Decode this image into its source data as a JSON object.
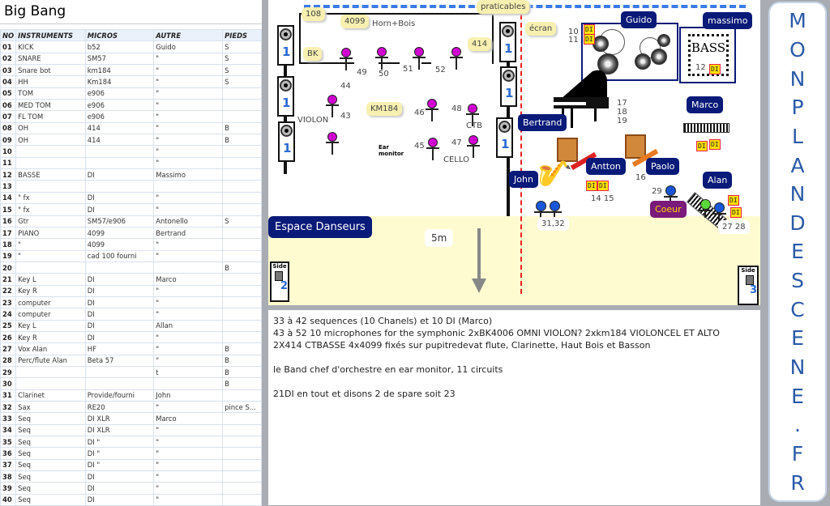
{
  "title": "Big Bang",
  "table": {
    "headers": [
      "NO",
      "INSTRUMENTS",
      "MICROS",
      "AUTRE",
      "PIEDS"
    ],
    "rows": [
      [
        "01",
        "KICK",
        "b52",
        "Guido",
        "S"
      ],
      [
        "02",
        "SNARE",
        "SM57",
        "\"",
        "S"
      ],
      [
        "03",
        "Snare bot",
        "km184",
        "\"",
        "S"
      ],
      [
        "04",
        "HH",
        "Km184",
        "\"",
        "S"
      ],
      [
        "05",
        "TOM",
        "e906",
        "\"",
        ""
      ],
      [
        "06",
        "MED TOM",
        "e906",
        "\"",
        ""
      ],
      [
        "07",
        "FL TOM",
        "e906",
        "\"",
        ""
      ],
      [
        "08",
        "OH",
        "414",
        "\"",
        "B"
      ],
      [
        "09",
        "OH",
        "414",
        "\"",
        "B"
      ],
      [
        "10",
        "",
        "",
        "\"",
        ""
      ],
      [
        "11",
        "",
        "",
        "\"",
        ""
      ],
      [
        "12",
        "BASSE",
        "DI",
        "Massimo",
        ""
      ],
      [
        "13",
        "",
        "",
        "",
        ""
      ],
      [
        "14",
        "\" fx",
        "DI",
        "\"",
        ""
      ],
      [
        "15",
        "\" fx",
        "DI",
        "\"",
        ""
      ],
      [
        "16",
        "Gtr",
        "SM57/e906",
        "Antonello",
        "S"
      ],
      [
        "17",
        "PIANO",
        "4099",
        "Bertrand",
        ""
      ],
      [
        "18",
        "\"",
        "4099",
        "\"",
        ""
      ],
      [
        "19",
        "\"",
        "cad 100 fourni",
        "\"",
        ""
      ],
      [
        "20",
        "",
        "",
        "",
        "B"
      ],
      [
        "21",
        "Key L",
        "DI",
        "Marco",
        ""
      ],
      [
        "22",
        "Key R",
        "DI",
        "\"",
        ""
      ],
      [
        "23",
        "computer",
        "DI",
        "\"",
        ""
      ],
      [
        "24",
        "computer",
        "DI",
        "\"",
        ""
      ],
      [
        "25",
        "Key L",
        "DI",
        "Allan",
        ""
      ],
      [
        "26",
        "Key R",
        "DI",
        "\"",
        ""
      ],
      [
        "27",
        "Vox Alan",
        "HF",
        "\"",
        "B"
      ],
      [
        "28",
        "Perc/flute Alan",
        "Beta 57",
        "\"",
        "B"
      ],
      [
        "29",
        "",
        "",
        "t",
        "B"
      ],
      [
        "30",
        "",
        "",
        "",
        "B"
      ],
      [
        "31",
        "Clarinet",
        "Provide/fourni",
        "John",
        ""
      ],
      [
        "32",
        "Sax",
        "RE20",
        "\"",
        "pince S..."
      ],
      [
        "33",
        "Seq",
        "DI XLR",
        "Marco",
        ""
      ],
      [
        "34",
        "Seq",
        "DI XLR",
        "\"",
        ""
      ],
      [
        "35",
        "Seq",
        "DI \"",
        "\"",
        ""
      ],
      [
        "36",
        "Seq",
        "DI \"",
        "\"",
        ""
      ],
      [
        "37",
        "Seq",
        "DI \"",
        "\"",
        ""
      ],
      [
        "38",
        "Seq",
        "DI",
        "\"",
        ""
      ],
      [
        "39",
        "Seq",
        "DI",
        "\"",
        ""
      ],
      [
        "40",
        "Seq",
        "DI",
        "\"",
        ""
      ]
    ]
  },
  "stage": {
    "speaker_number_1": "1",
    "side2": {
      "label": "Side",
      "number": "2"
    },
    "side3": {
      "label": "Side",
      "number": "3"
    },
    "callouts": {
      "c108": "108",
      "c4099": "4099",
      "bk": "BK",
      "c414": "414",
      "km184": "KM184",
      "praticables": "praticables",
      "ecran": "écran"
    },
    "labels": {
      "horn_bois": "Horn+Bois",
      "violon": "VIOLON",
      "ctb": "CTB",
      "cello": "CELLO",
      "ear_monitor": "Ear monitor",
      "n49": "49",
      "n50": "50",
      "n51": "51",
      "n52": "52",
      "n44": "44",
      "n43": "43",
      "n46": "46",
      "n48": "48",
      "n45": "45",
      "n47": "47",
      "n10": "10",
      "n11": "11",
      "n12": "12",
      "n171819": "17\n18\n19",
      "n16": "16",
      "n1415": "14 15",
      "n29": "29",
      "n3132": "31,32",
      "n2728": "27 28",
      "bass_logo": "BASS",
      "di": "DI",
      "five_m": "5m"
    },
    "musicians": {
      "guido": "Guido",
      "massimo": "massimo",
      "marco": "Marco",
      "bertrand": "Bertrand",
      "john": "John",
      "antton": "Antton",
      "paolo": "Paolo",
      "alan": "Alan",
      "coeur": "Coeur"
    },
    "espace_danseurs": "Espace Danseurs"
  },
  "notes": [
    "33 à 42 sequences (10 Chanels) et 10 DI  (Marco)",
    "43 à 52 10 microphones for the symphonic 2xBK4006 OMNI VIOLON? 2xkm184 VIOLONCEL ET ALTO",
    "2X414 CTBASSE 4x4099 fixés sur pupitredevat flute, Clarinette, Haut Bois et Basson",
    "",
    "le Band chef d'orchestre en ear monitor, 11 circuits",
    "",
    "21DI en tout et disons 2 de spare soit 23"
  ],
  "brand": [
    "M",
    "O",
    "N",
    "P",
    "L",
    "A",
    "N",
    "D",
    "E",
    "S",
    "C",
    "E",
    "N",
    "E",
    ".",
    "F",
    "R"
  ],
  "colors": {
    "navy": "#0a1a78",
    "accent": "#2a5aa8",
    "mic": "#d000d0",
    "dancefloor": "#fffbd0",
    "coeur": "#7a1a7a"
  }
}
